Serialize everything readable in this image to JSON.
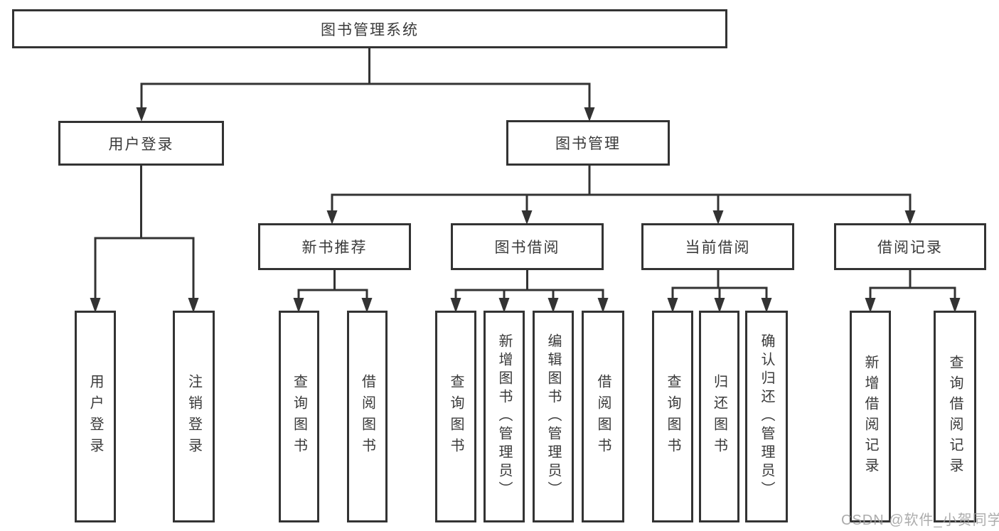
{
  "diagram": {
    "root": {
      "label": "图书管理系统"
    },
    "level2": [
      {
        "label": "用户登录"
      },
      {
        "label": "图书管理"
      }
    ],
    "level3": [
      {
        "label": "新书推荐"
      },
      {
        "label": "图书借阅"
      },
      {
        "label": "当前借阅"
      },
      {
        "label": "借阅记录"
      }
    ],
    "leaves": {
      "user_login": [
        "用户登录",
        "注销登录"
      ],
      "new_book": [
        "查询图书",
        "借阅图书"
      ],
      "book_borrow": [
        "查询图书",
        "新增图书（管理员）",
        "编辑图书（管理员）",
        "借阅图书"
      ],
      "current_borrow": [
        "查询图书",
        "归还图书",
        "确认归还（管理员）"
      ],
      "borrow_record": [
        "新增借阅记录",
        "查询借阅记录"
      ]
    }
  },
  "watermark": {
    "text": "CSDN @软件_小贺同学"
  },
  "colors": {
    "line": "#333333",
    "box_border": "#333333",
    "text": "#3a3a3a",
    "background": "#ffffff",
    "watermark": "#9e9e9e"
  }
}
